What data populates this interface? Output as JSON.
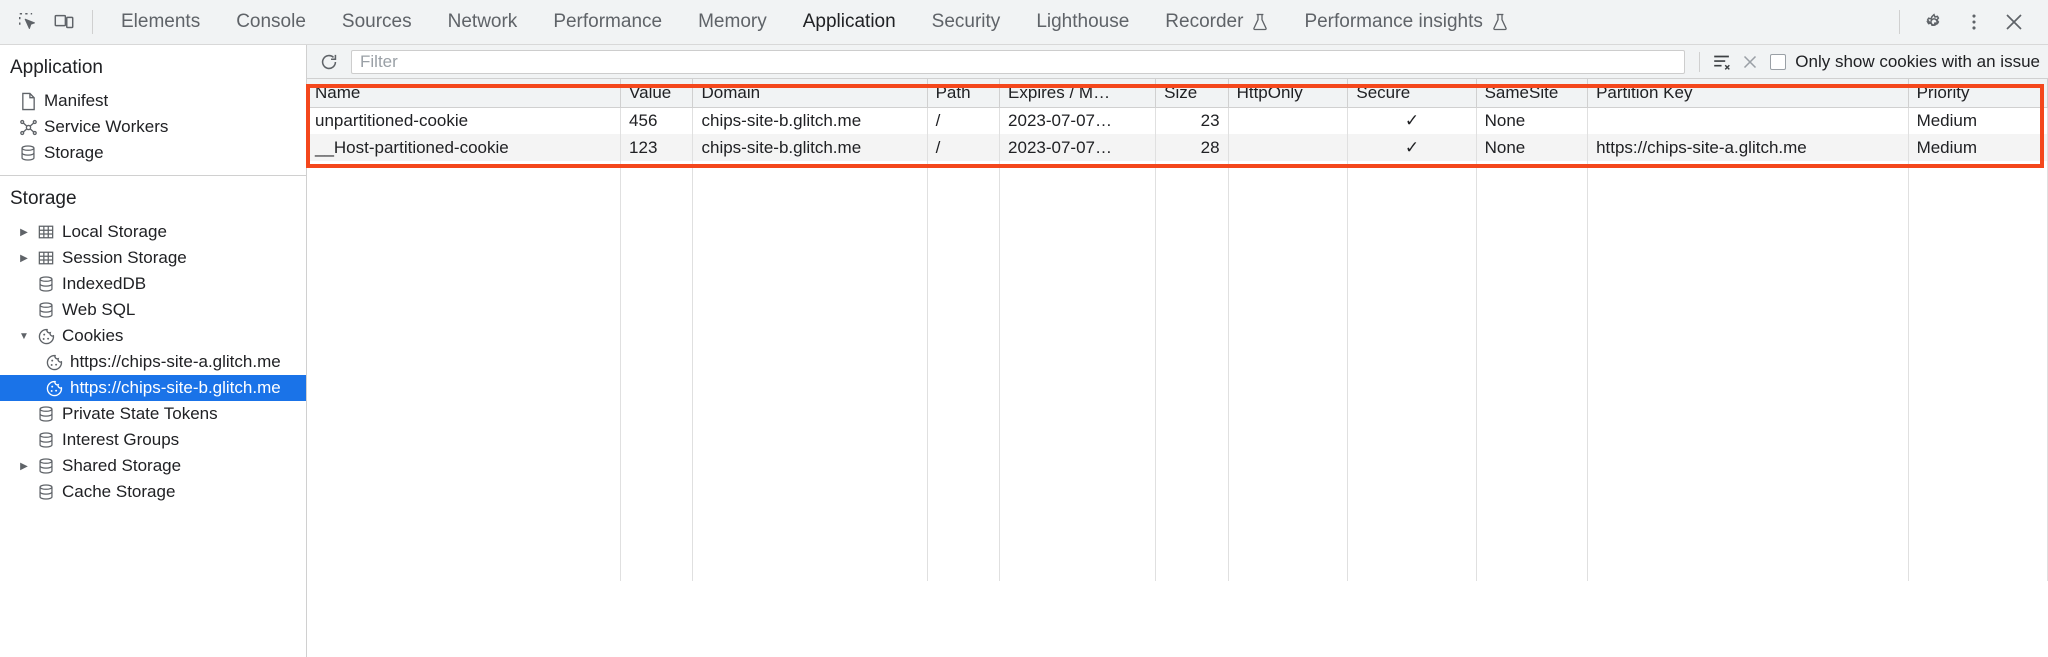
{
  "toolbar": {
    "inspect_icon": "inspect-element-icon",
    "device_icon": "device-toolbar-icon",
    "tabs": [
      {
        "label": "Elements",
        "active": false,
        "experimental": false
      },
      {
        "label": "Console",
        "active": false,
        "experimental": false
      },
      {
        "label": "Sources",
        "active": false,
        "experimental": false
      },
      {
        "label": "Network",
        "active": false,
        "experimental": false
      },
      {
        "label": "Performance",
        "active": false,
        "experimental": false
      },
      {
        "label": "Memory",
        "active": false,
        "experimental": false
      },
      {
        "label": "Application",
        "active": true,
        "experimental": false
      },
      {
        "label": "Security",
        "active": false,
        "experimental": false
      },
      {
        "label": "Lighthouse",
        "active": false,
        "experimental": false
      },
      {
        "label": "Recorder",
        "active": false,
        "experimental": true
      },
      {
        "label": "Performance insights",
        "active": false,
        "experimental": true
      }
    ],
    "settings_icon": "gear-icon",
    "more_icon": "more-vertical-icon",
    "close_icon": "close-icon",
    "active_tab_accent": "#1a73e8"
  },
  "sidebar": {
    "application": {
      "title": "Application",
      "items": [
        {
          "label": "Manifest",
          "icon": "manifest-file-icon",
          "twisty": "",
          "selected": false
        },
        {
          "label": "Service Workers",
          "icon": "service-workers-icon",
          "twisty": "",
          "selected": false
        },
        {
          "label": "Storage",
          "icon": "database-icon",
          "twisty": "",
          "selected": false
        }
      ]
    },
    "storage": {
      "title": "Storage",
      "items": [
        {
          "label": "Local Storage",
          "icon": "table-icon",
          "twisty": "collapsed",
          "selected": false,
          "depth": 1
        },
        {
          "label": "Session Storage",
          "icon": "table-icon",
          "twisty": "collapsed",
          "selected": false,
          "depth": 1
        },
        {
          "label": "IndexedDB",
          "icon": "database-icon",
          "twisty": "",
          "selected": false,
          "depth": 1
        },
        {
          "label": "Web SQL",
          "icon": "database-icon",
          "twisty": "",
          "selected": false,
          "depth": 1
        },
        {
          "label": "Cookies",
          "icon": "cookie-icon",
          "twisty": "expanded",
          "selected": false,
          "depth": 1
        },
        {
          "label": "https://chips-site-a.glitch.me",
          "icon": "cookie-icon",
          "twisty": "",
          "selected": false,
          "depth": 2
        },
        {
          "label": "https://chips-site-b.glitch.me",
          "icon": "cookie-icon",
          "twisty": "",
          "selected": true,
          "depth": 2
        },
        {
          "label": "Private State Tokens",
          "icon": "database-icon",
          "twisty": "",
          "selected": false,
          "depth": 1
        },
        {
          "label": "Interest Groups",
          "icon": "database-icon",
          "twisty": "",
          "selected": false,
          "depth": 1
        },
        {
          "label": "Shared Storage",
          "icon": "database-icon",
          "twisty": "collapsed",
          "selected": false,
          "depth": 1
        },
        {
          "label": "Cache Storage",
          "icon": "database-icon",
          "twisty": "",
          "selected": false,
          "depth": 1
        }
      ]
    },
    "selected_background": "#1a73e8"
  },
  "filterbar": {
    "refresh_icon": "refresh-icon",
    "filter_placeholder": "Filter",
    "filter_value": "",
    "clear_filtered_icon": "clear-filtered-cookies-icon",
    "clear_all_icon": "clear-all-cookies-icon",
    "checkbox_label": "Only show cookies with an issue",
    "checkbox_checked": false
  },
  "cookies_table": {
    "columns": [
      "Name",
      "Value",
      "Domain",
      "Path",
      "Expires / M…",
      "Size",
      "HttpOnly",
      "Secure",
      "SameSite",
      "Partition Key",
      "Priority"
    ],
    "rows": [
      {
        "Name": "unpartitioned-cookie",
        "Value": "456",
        "Domain": "chips-site-b.glitch.me",
        "Path": "/",
        "Expires / M…": "2023-07-07…",
        "Size": "23",
        "HttpOnly": "",
        "Secure": "✓",
        "SameSite": "None",
        "Partition Key": "",
        "Priority": "Medium"
      },
      {
        "Name": "__Host-partitioned-cookie",
        "Value": "123",
        "Domain": "chips-site-b.glitch.me",
        "Path": "/",
        "Expires / M…": "2023-07-07…",
        "Size": "28",
        "HttpOnly": "",
        "Secure": "✓",
        "SameSite": "None",
        "Partition Key": "https://chips-site-a.glitch.me",
        "Priority": "Medium"
      }
    ]
  },
  "annotation": {
    "color": "#f4471c",
    "shape": "rectangle-highlight"
  }
}
